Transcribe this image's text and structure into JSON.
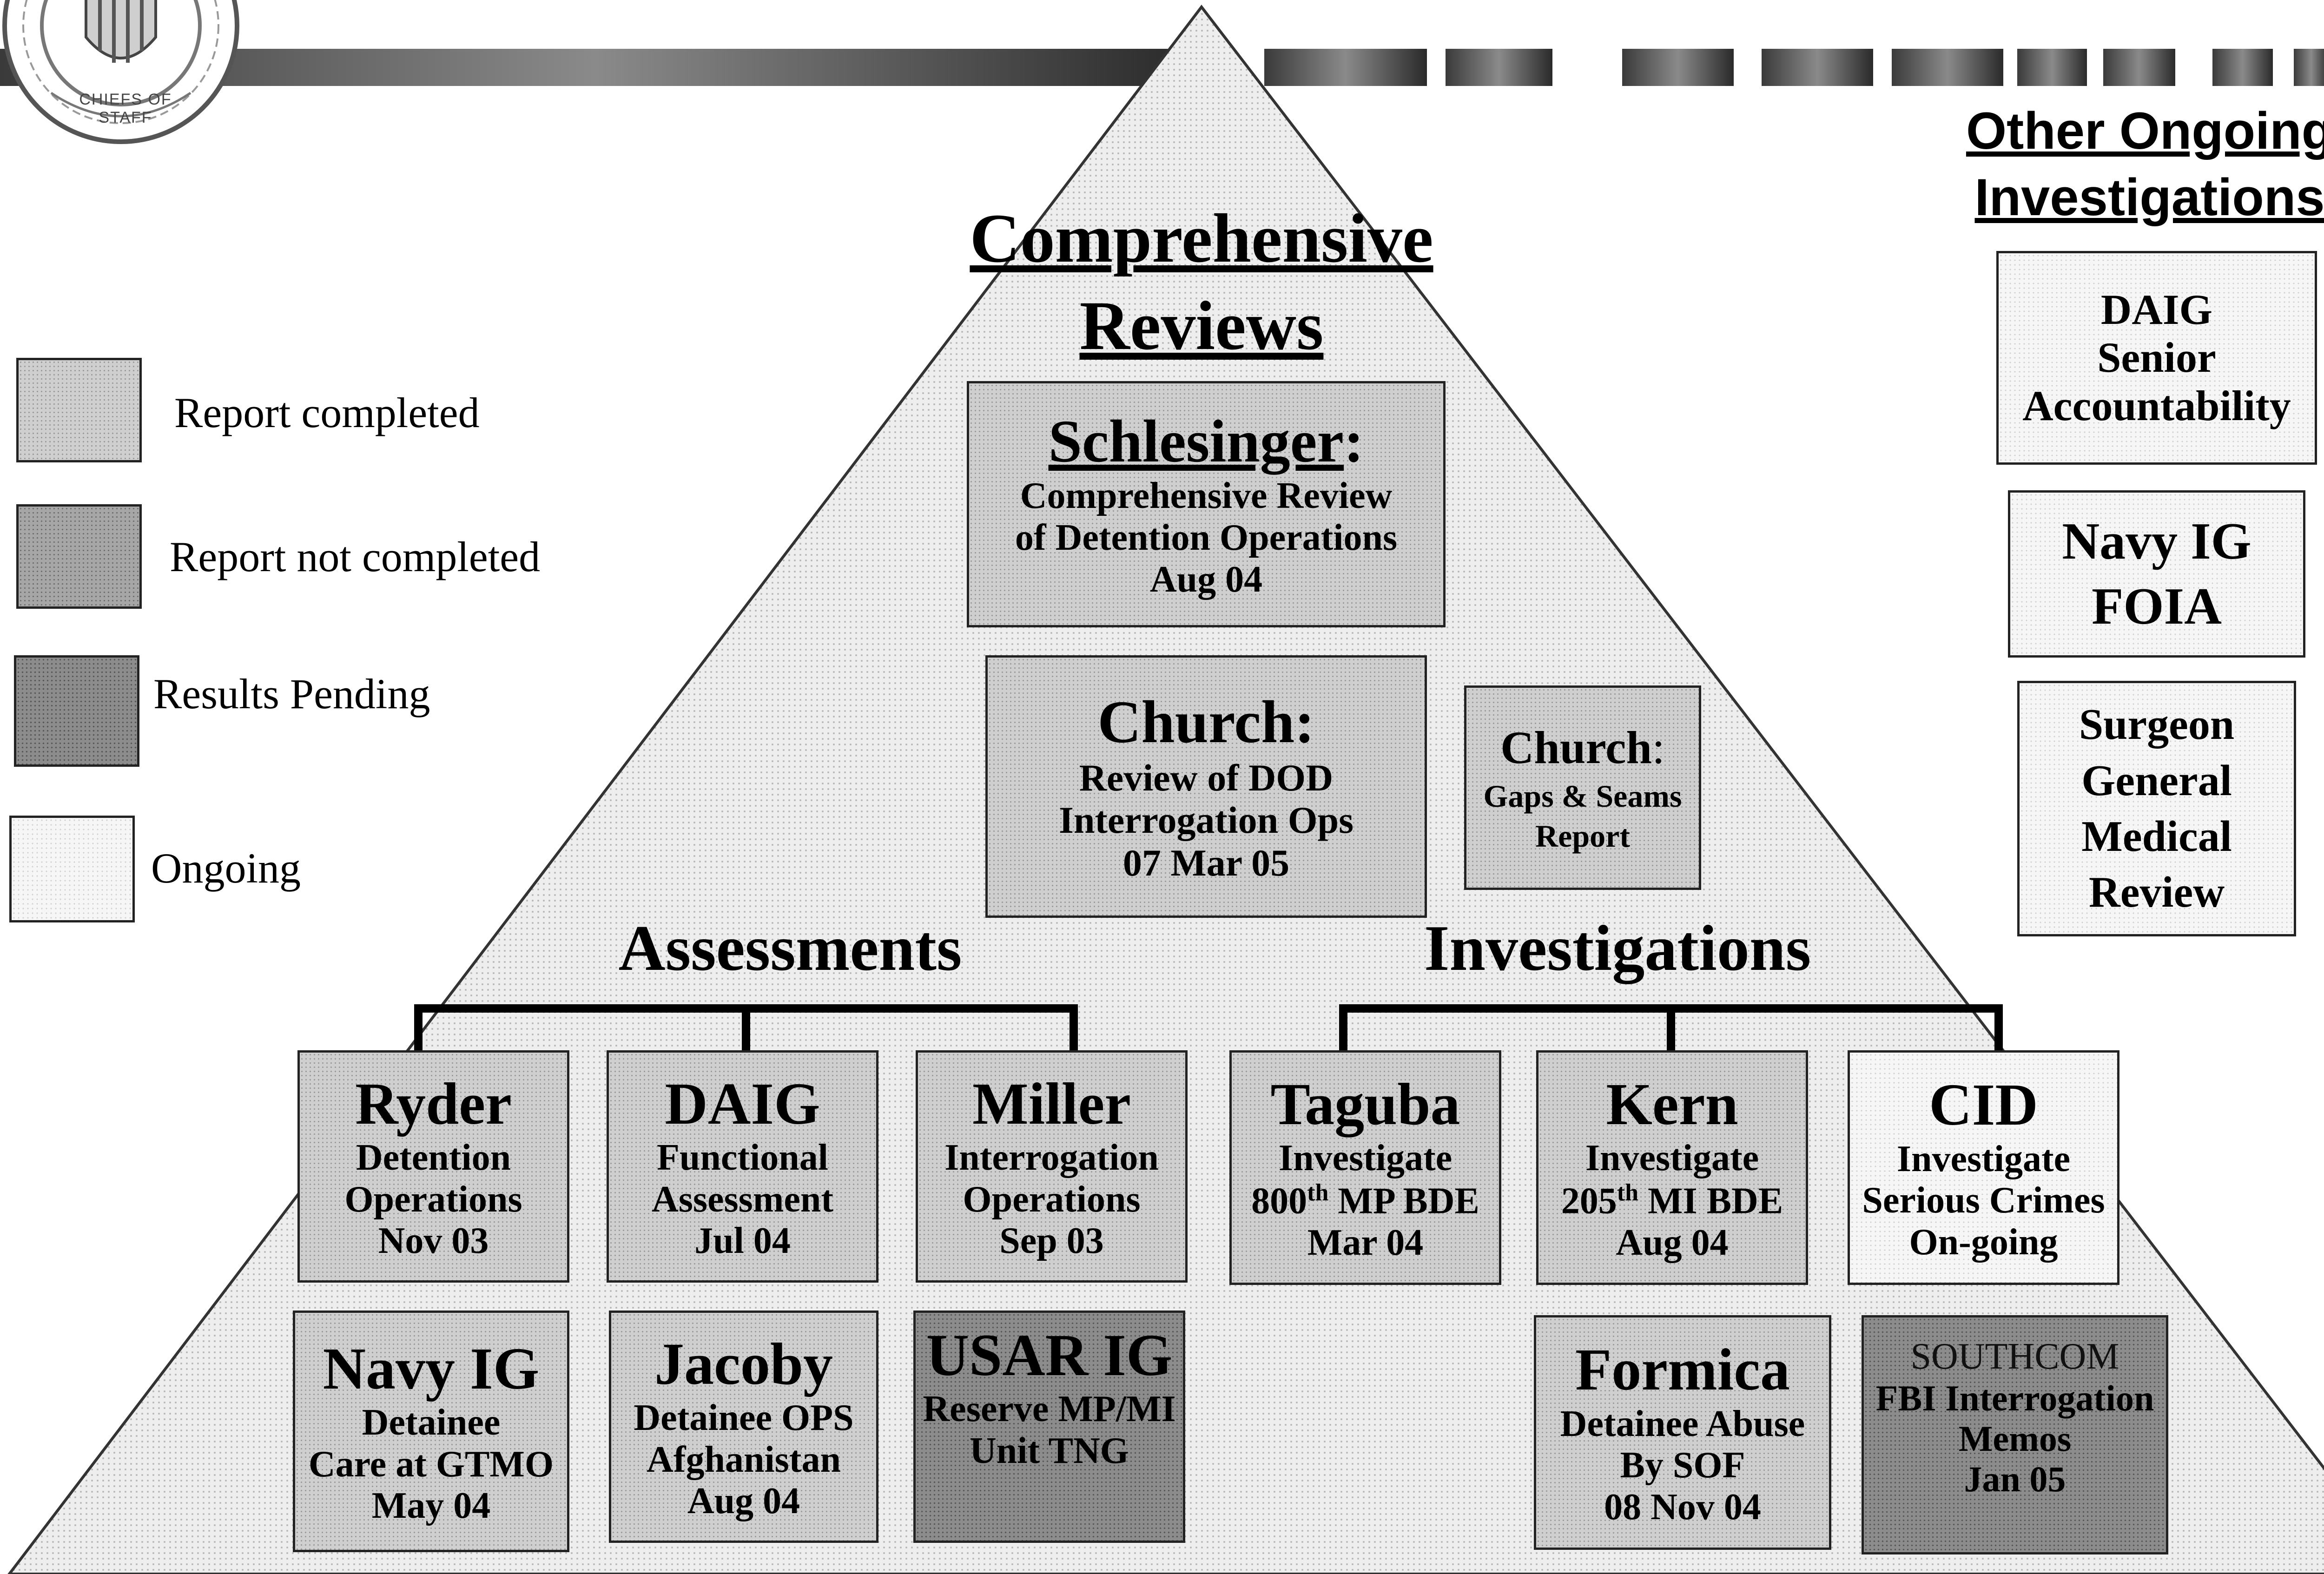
{
  "header_title": "Comprehensive Reviews",
  "header_title_lines": [
    "Comprehensive",
    "Reviews"
  ],
  "seal_text": "CHIEFS OF STAFF",
  "legend": [
    {
      "label": "Report completed",
      "status": "done"
    },
    {
      "label": "Report not completed",
      "status": "notdone"
    },
    {
      "label": "Results Pending",
      "status": "pending"
    },
    {
      "label": "Ongoing",
      "status": "ongoing"
    }
  ],
  "sections": {
    "assessments": "Assessments",
    "investigations": "Investigations",
    "other": [
      "Other Ongoing",
      "Investigations"
    ]
  },
  "schlesinger": {
    "title": "Schlesinger",
    "colon": ":",
    "lines": [
      "Comprehensive Review",
      "of Detention Operations",
      "Aug 04"
    ]
  },
  "church": {
    "title": "Church:",
    "lines": [
      "Review of DOD",
      "Interrogation Ops",
      "07 Mar 05"
    ]
  },
  "church_gaps": {
    "title": "Church",
    "colon": ":",
    "lines": [
      "Gaps & Seams",
      "Report"
    ]
  },
  "assessment_boxes": [
    {
      "title": "Ryder",
      "lines": [
        "Detention",
        "Operations",
        "Nov 03"
      ]
    },
    {
      "title": "DAIG",
      "lines": [
        "Functional",
        "Assessment",
        "Jul 04"
      ]
    },
    {
      "title": "Miller",
      "lines": [
        "Interrogation",
        "Operations",
        "Sep 03"
      ]
    }
  ],
  "investigation_boxes": [
    {
      "title": "Taguba",
      "lines": [
        "Investigate",
        "800",
        "th",
        " MP BDE",
        "Mar 04"
      ]
    },
    {
      "title": "Kern",
      "lines": [
        "Investigate",
        "205",
        "th",
        " MI BDE",
        "Aug 04"
      ]
    },
    {
      "title": "CID",
      "lines": [
        "Investigate",
        "Serious Crimes",
        "On-going"
      ]
    }
  ],
  "bottom_left_boxes": [
    {
      "title": "Navy IG",
      "lines": [
        "Detainee",
        "Care at GTMO",
        "May 04"
      ]
    },
    {
      "title": "Jacoby",
      "lines": [
        "Detainee OPS",
        "Afghanistan",
        "Aug 04"
      ]
    },
    {
      "title": "USAR IG",
      "lines": [
        "Reserve MP/MI",
        "Unit TNG"
      ]
    }
  ],
  "bottom_right_boxes": [
    {
      "title": "Formica",
      "lines": [
        "Detainee Abuse",
        "By SOF",
        "08 Nov 04"
      ]
    },
    {
      "title": "SOUTHCOM",
      "lines": [
        "FBI Interrogation",
        "Memos",
        "Jan 05"
      ]
    }
  ],
  "other_boxes": [
    {
      "lines": [
        "DAIG",
        "Senior",
        "Accountability"
      ]
    },
    {
      "lines": [
        "Navy IG",
        "FOIA"
      ]
    },
    {
      "lines": [
        "Surgeon",
        "General",
        "Medical",
        "Review"
      ]
    }
  ]
}
